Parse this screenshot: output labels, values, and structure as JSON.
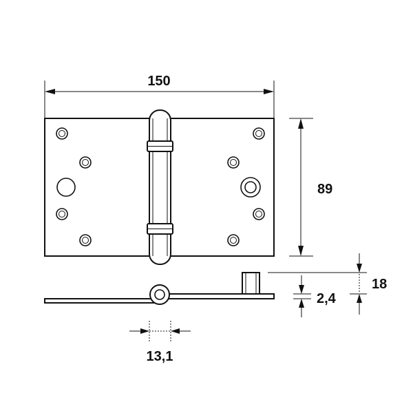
{
  "dimensions": {
    "width": "150",
    "height": "89",
    "pin_height": "18",
    "thickness": "2,4",
    "knuckle_diameter": "13,1"
  },
  "colors": {
    "line": "#111111",
    "background": "#ffffff"
  }
}
